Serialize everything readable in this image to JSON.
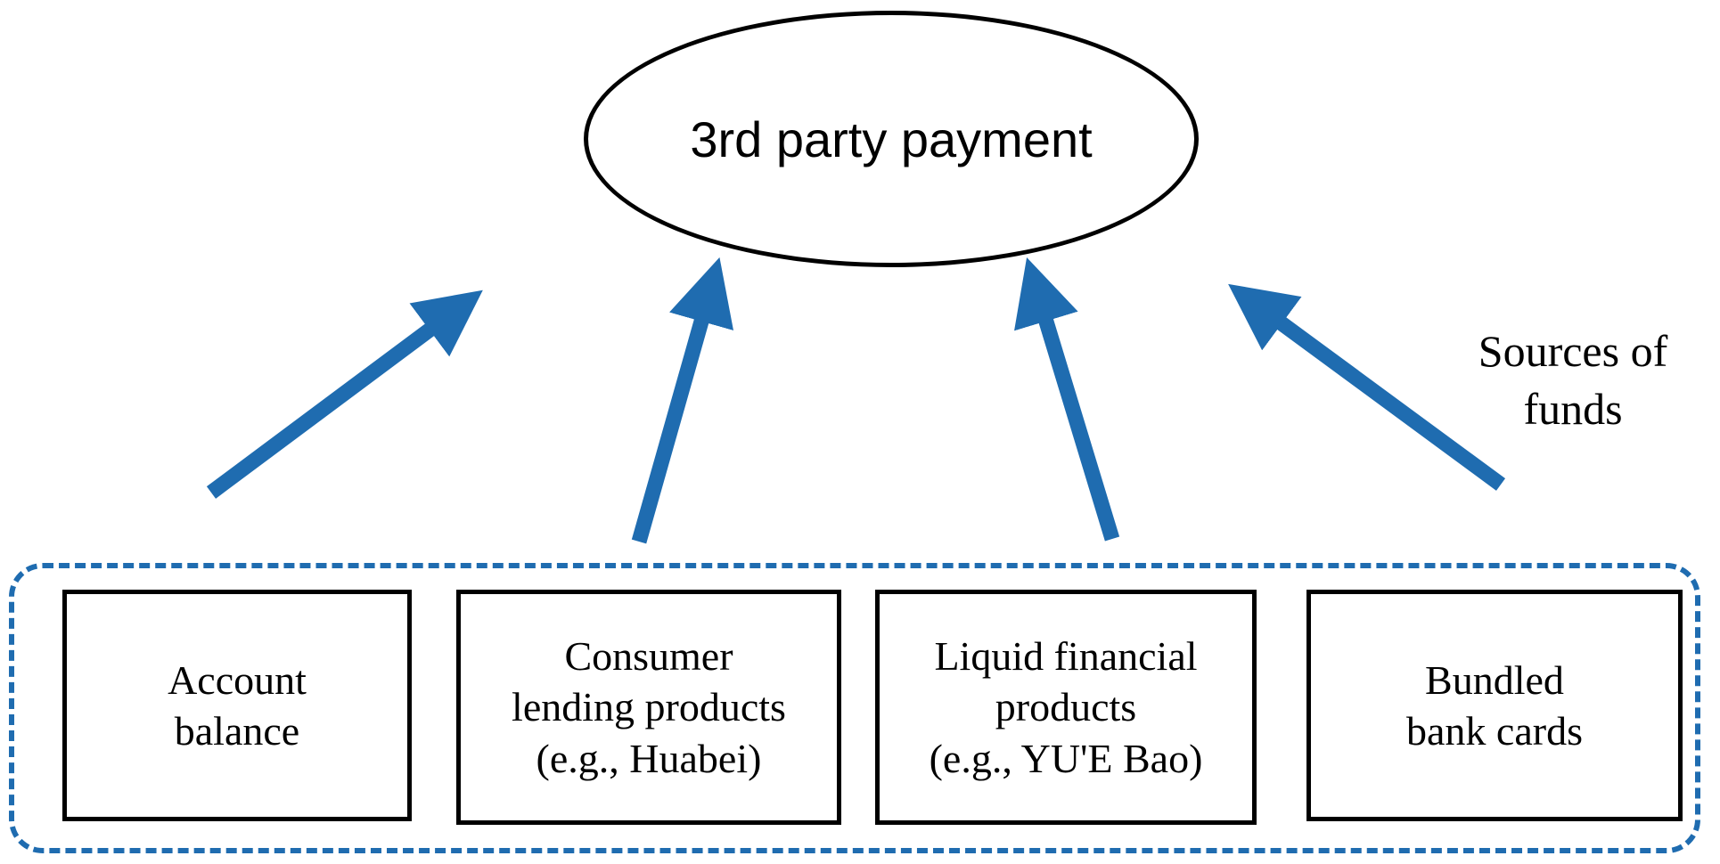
{
  "node": {
    "label": "3rd party payment"
  },
  "side_label": "Sources of\nfunds",
  "sources": [
    {
      "label": "Account\nbalance"
    },
    {
      "label": "Consumer\nlending products\n(e.g., Huabei)"
    },
    {
      "label": "Liquid financial\nproducts\n(e.g., YU'E Bao)"
    },
    {
      "label": "Bundled\nbank cards"
    }
  ],
  "colors": {
    "arrow_blue": "#1F6CB0",
    "node_border": "#000000"
  }
}
